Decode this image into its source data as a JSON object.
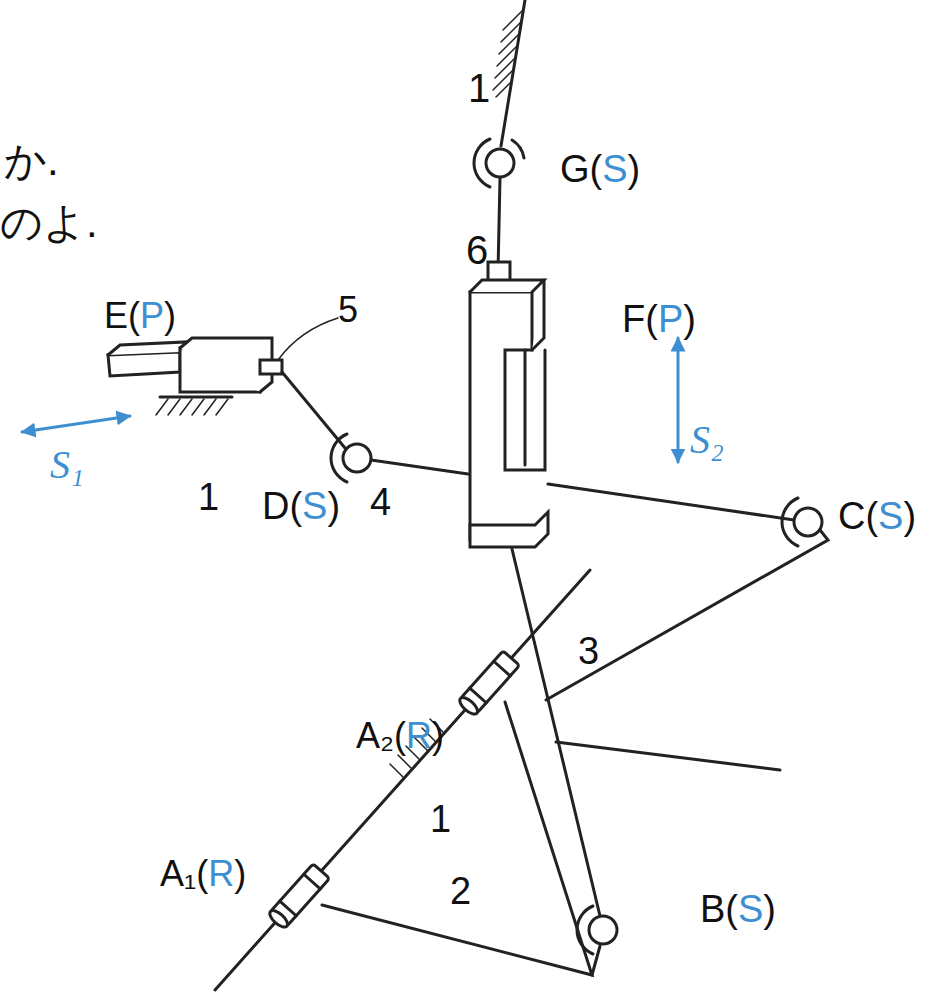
{
  "diagram": {
    "labels": [
      "か.",
      "のよ.",
      "1",
      "G(S)",
      "6",
      "F(P)",
      "E(P)",
      "5",
      "S₁",
      "S₂",
      "C(S)",
      "1",
      "D(S)",
      "4",
      "3",
      "A₂(R)",
      "1",
      "A₁(R)",
      "2",
      "B(S)"
    ]
  }
}
